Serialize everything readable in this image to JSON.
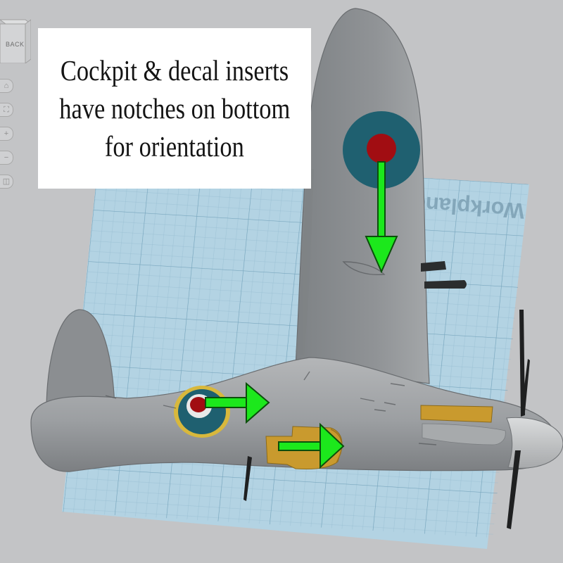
{
  "viewcube": {
    "face_label": "BACK",
    "icon": "view-cube-icon"
  },
  "nav_tools": [
    {
      "name": "home-view-icon",
      "glyph": "⌂"
    },
    {
      "name": "fit-view-icon",
      "glyph": "⛶"
    },
    {
      "name": "zoom-in-icon",
      "glyph": "+"
    },
    {
      "name": "zoom-out-icon",
      "glyph": "−"
    },
    {
      "name": "perspective-icon",
      "glyph": "◫"
    }
  ],
  "workplane": {
    "label": "Workplane"
  },
  "caption": {
    "lines": [
      "Cockpit & decal inserts",
      "have notches on bottom",
      "for orientation"
    ]
  },
  "colors": {
    "background": "#c3c4c6",
    "workplane": "#b2d2e2",
    "model": "#8f9295",
    "roundel_blue": "#1f6070",
    "roundel_red": "#a10d12",
    "roundel_yellow": "#d8b83c",
    "insert_gold": "#c99a2e",
    "arrow_green": "#1ce81c"
  }
}
